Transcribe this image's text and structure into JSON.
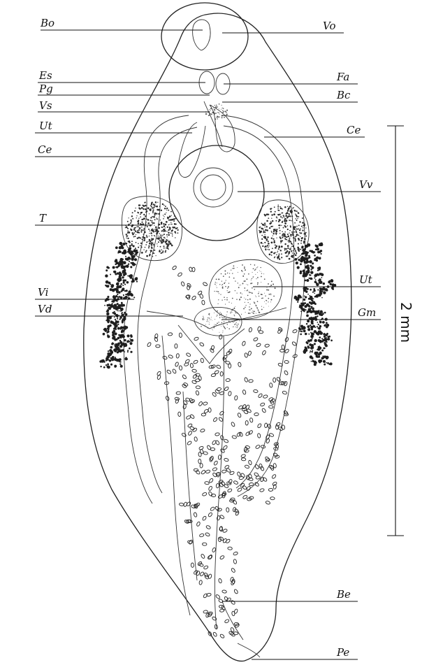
{
  "diagram": {
    "labels_left": [
      {
        "id": "bo",
        "text": "Bo"
      },
      {
        "id": "es",
        "text": "Es"
      },
      {
        "id": "pg",
        "text": "Pg"
      },
      {
        "id": "vs",
        "text": "Vs"
      },
      {
        "id": "ut-left",
        "text": "Ut"
      },
      {
        "id": "ce-left",
        "text": "Ce"
      },
      {
        "id": "t",
        "text": "T"
      },
      {
        "id": "vi",
        "text": "Vi"
      },
      {
        "id": "vd",
        "text": "Vd"
      }
    ],
    "labels_right": [
      {
        "id": "vo",
        "text": "Vo"
      },
      {
        "id": "fa",
        "text": "Fa"
      },
      {
        "id": "bc",
        "text": "Bc"
      },
      {
        "id": "ce-right",
        "text": "Ce"
      },
      {
        "id": "vv",
        "text": "Vv"
      },
      {
        "id": "ut-right",
        "text": "Ut"
      },
      {
        "id": "gm",
        "text": "Gm"
      },
      {
        "id": "be",
        "text": "Be"
      },
      {
        "id": "pe",
        "text": "Pe"
      }
    ],
    "scale_bar": {
      "label": "2 mm"
    }
  }
}
